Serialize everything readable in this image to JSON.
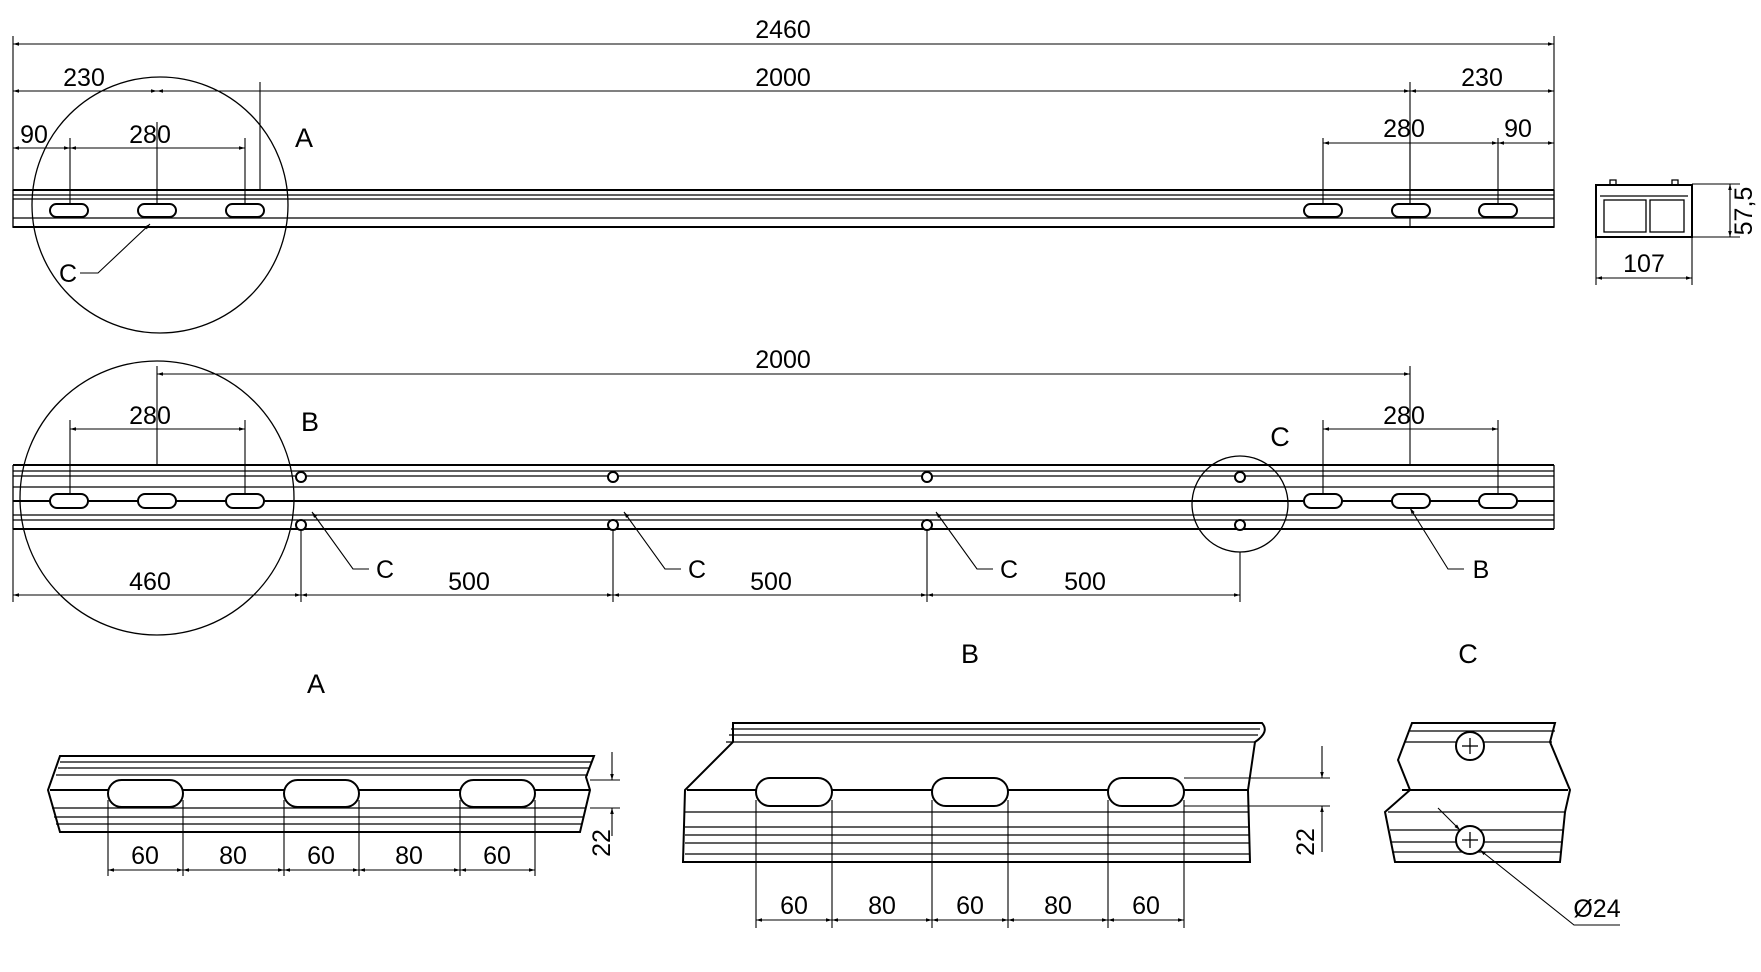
{
  "top_view": {
    "overall": "2460",
    "left_end": "230",
    "span": "2000",
    "right_end": "230",
    "left_offset": "90",
    "left_pitch": "280",
    "right_pitch": "280",
    "right_offset": "90",
    "detail_label": "A",
    "slot_callout": "C"
  },
  "profile": {
    "width": "107",
    "height": "57,5"
  },
  "side_view": {
    "span": "2000",
    "left_pitch": "280",
    "right_pitch": "280",
    "detail_b_label": "B",
    "detail_c_label": "C",
    "first": "460",
    "spacing_1": "500",
    "spacing_2": "500",
    "spacing_3": "500",
    "callout_c1": "C",
    "callout_c2": "C",
    "callout_c3": "C",
    "callout_b": "B"
  },
  "detail_a": {
    "title": "A",
    "dims": [
      "60",
      "80",
      "60",
      "80",
      "60"
    ],
    "height": "22"
  },
  "detail_b": {
    "title": "B",
    "dims": [
      "60",
      "80",
      "60",
      "80",
      "60"
    ],
    "height": "22"
  },
  "detail_c": {
    "title": "C",
    "diameter": "Ø24"
  }
}
